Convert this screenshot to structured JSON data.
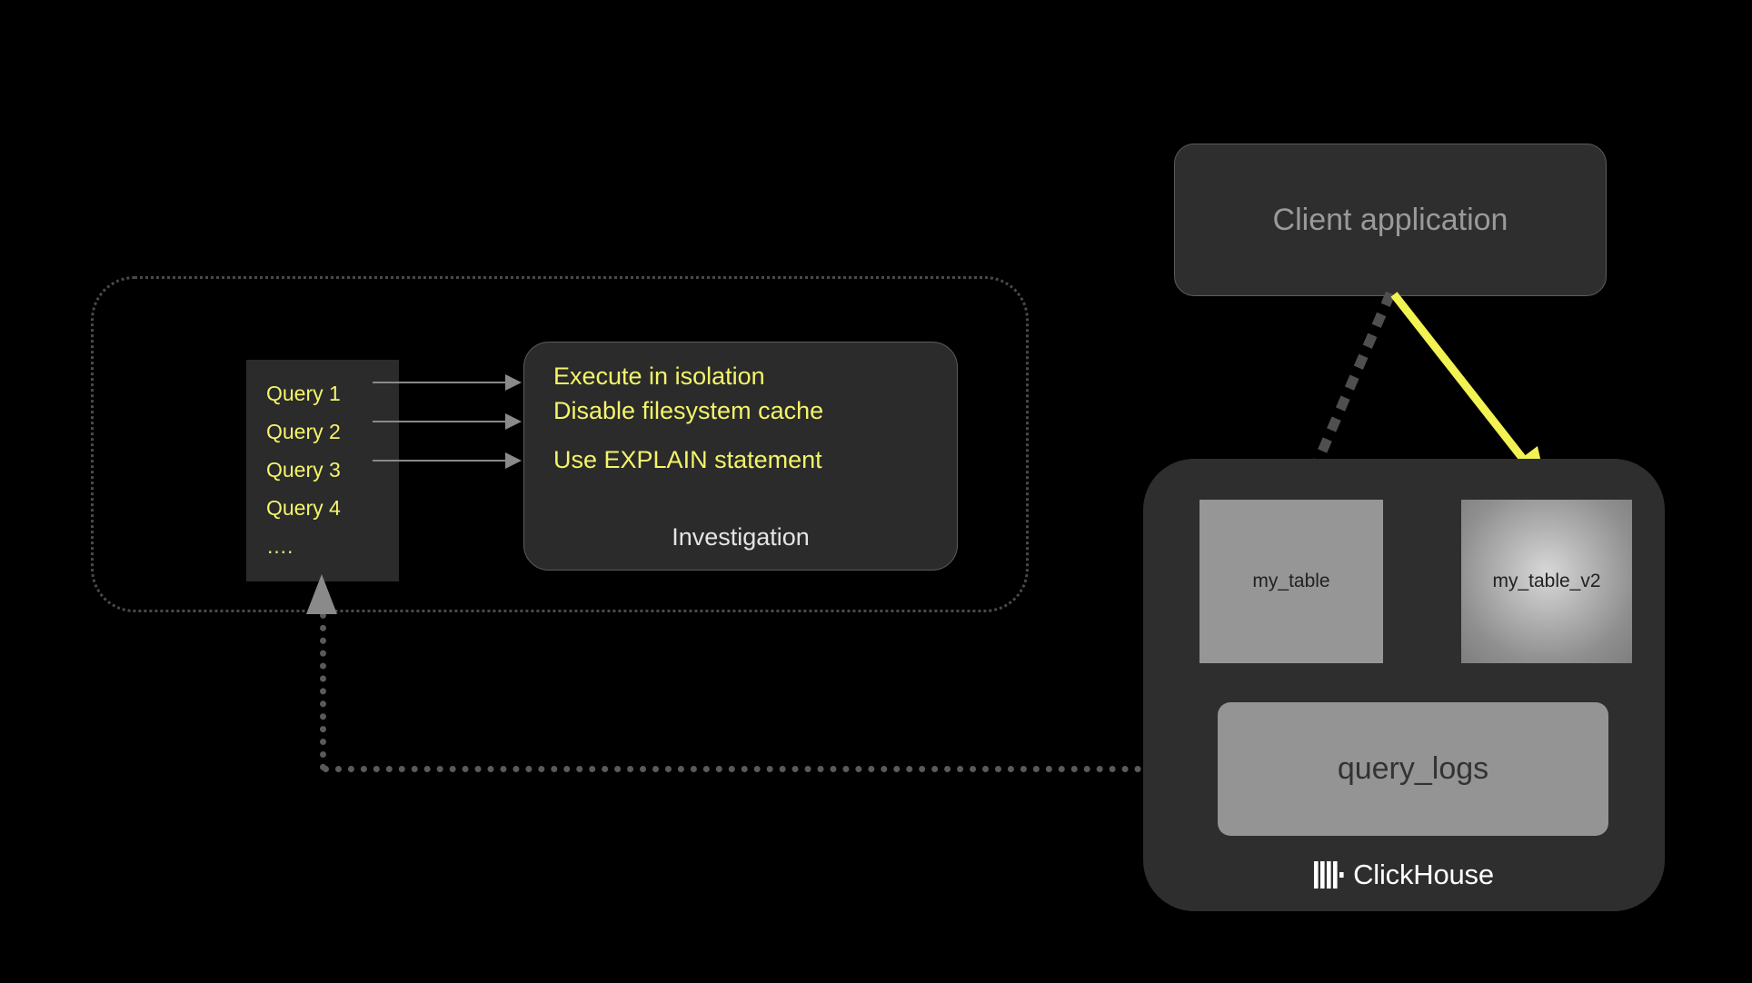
{
  "diagram": {
    "title": "ClickHouse query investigation workflow",
    "background_color": "#000000"
  },
  "investigation_zone": {
    "name": "investigation-zone",
    "border_style": "dotted",
    "border_color": "#4a4a4a"
  },
  "query_list": {
    "items": [
      {
        "label": "Query 1"
      },
      {
        "label": "Query 2"
      },
      {
        "label": "Query 3"
      },
      {
        "label": "Query 4"
      },
      {
        "label": "…."
      }
    ],
    "text_color": "#f4f46a",
    "background_color": "#2b2b2b"
  },
  "query_arrows": [
    {
      "from": "Query 1",
      "to": "Investigation"
    },
    {
      "from": "Query 2",
      "to": "Investigation"
    },
    {
      "from": "Query 3",
      "to": "Investigation"
    }
  ],
  "investigation_panel": {
    "caption": "Investigation",
    "caption_color": "#e4e4e4",
    "accent_color": "#f4f46a",
    "background_color": "#2b2b2b",
    "lines": [
      "Execute in isolation",
      "Disable filesystem cache",
      "Use EXPLAIN statement"
    ]
  },
  "client_application": {
    "label": "Client application",
    "text_color": "#9a9a9a",
    "background_color": "#2e2e2e"
  },
  "clickhouse_cluster": {
    "background_color": "#2e2e2e",
    "logo_text": "ClickHouse",
    "logo_icon": "clickhouse-logo-icon",
    "tables": [
      {
        "label": "my_table",
        "fill": "#969696",
        "highlight": false
      },
      {
        "label": "my_table_v2",
        "fill": "gradient",
        "highlight": true
      },
      {
        "label": "query_logs",
        "fill": "#949494",
        "highlight": false
      }
    ]
  },
  "connectors": [
    {
      "name": "client-to-my-table",
      "style": "dotted",
      "color": "#4f4f4f",
      "from": "Client application",
      "to": "my_table"
    },
    {
      "name": "client-to-my-table-v2",
      "style": "solid",
      "color": "#f2f252",
      "from": "Client application",
      "to": "my_table_v2"
    },
    {
      "name": "query-logs-to-query-list",
      "style": "dotted",
      "color": "#5a5a5a",
      "from": "query_logs",
      "to": "Query list"
    }
  ]
}
